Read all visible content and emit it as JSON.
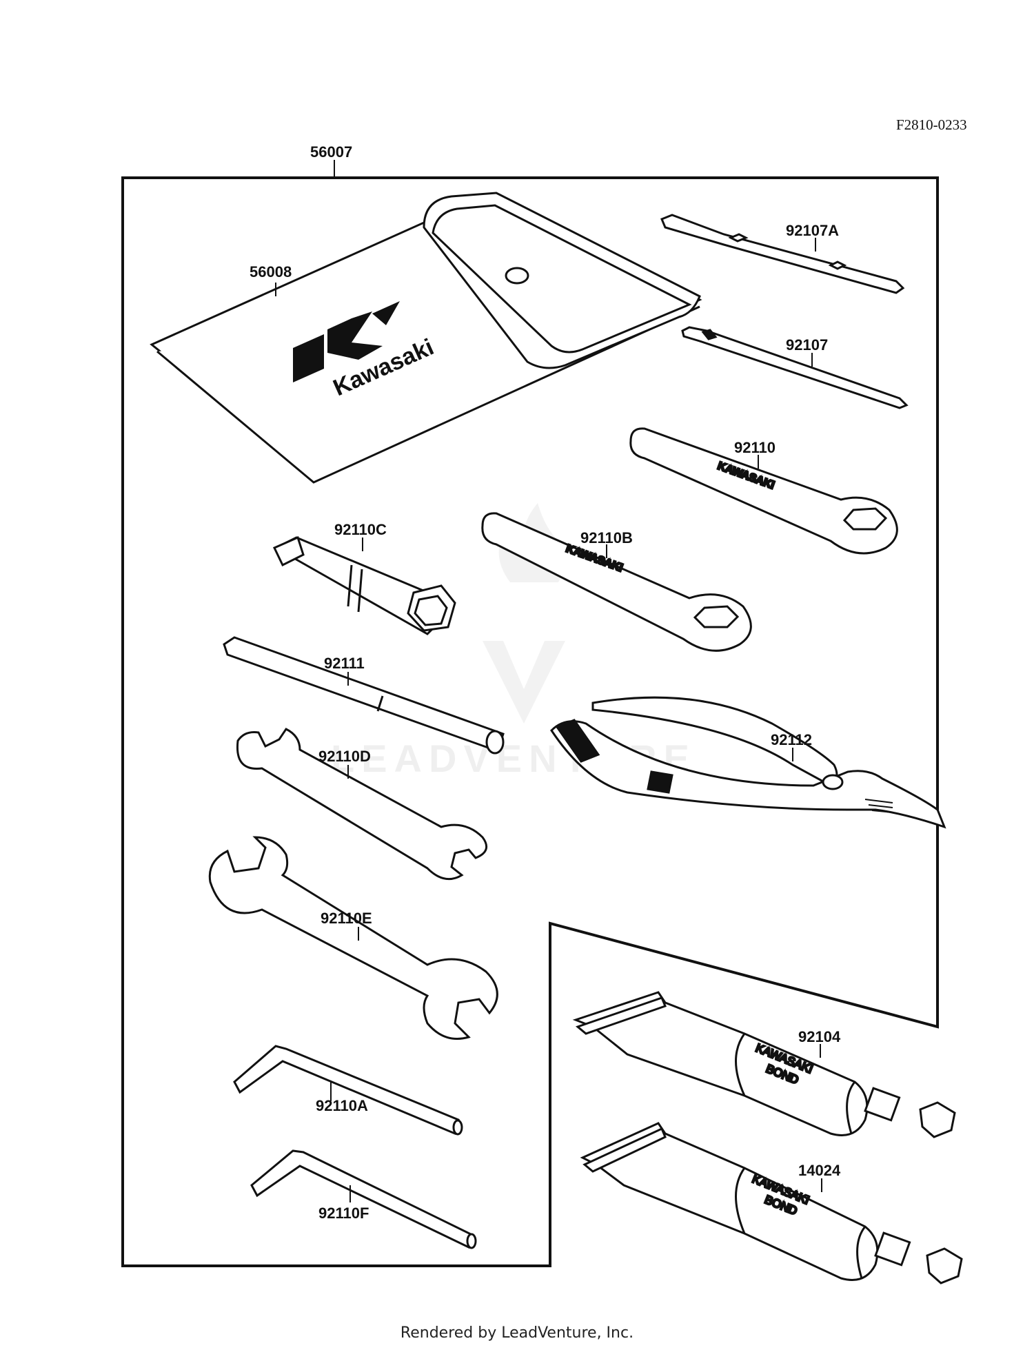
{
  "diagram": {
    "reference_code": "F2810-0233",
    "parts": {
      "tool_kit": "56007",
      "tool_bag": "56008",
      "screwdriver_a": "92107A",
      "screwdriver": "92107",
      "box_wrench": "92110",
      "box_wrench_b": "92110B",
      "plug_wrench": "92110C",
      "handle_bar": "92111",
      "pliers": "92112",
      "wrench_d": "92110D",
      "wrench_e": "92110E",
      "hex_key_a": "92110A",
      "hex_key_f": "92110F",
      "bond_tube_1": "92104",
      "bond_tube_2": "14024"
    },
    "bag_brand": "Kawasaki",
    "wrench_brand": "KAWASAKI",
    "tube_brand": "KAWASAKI",
    "tube_product": "BOND"
  },
  "watermark": "LEADVENTURE",
  "footer": "Rendered by LeadVenture, Inc."
}
